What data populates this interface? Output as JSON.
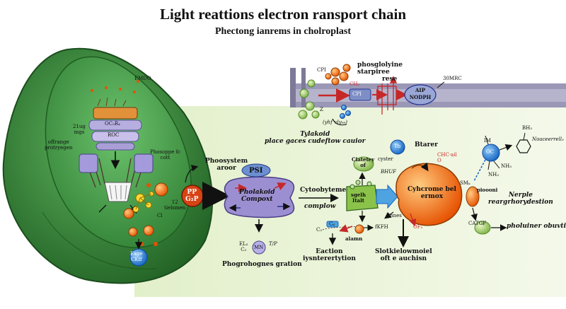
{
  "title": "Light reattions electron ransport chain",
  "subtitle": "Phectong ianrems in cholroplast",
  "chloroplast_labels": {
    "emdo": "EMDO",
    "mgs": "21ug\nmgs",
    "ocr": "OC₃R₄",
    "roc": "ROC",
    "offrange": "offrange\nprotryegen",
    "phosoppe": "Phosoppe fc\ncott",
    "tielsmen": "12\ntielsmen",
    "cl": "Cl",
    "exge": "Exge\nCKff"
  },
  "membrane_labels": {
    "cpa": "CPI",
    "cpb": "CPI",
    "cl2": "CH₂",
    "pgly": "phosglolyine\nstarpiree",
    "rese": "rese",
    "atp_line1": "AIP",
    "atp_line2": "NODPH",
    "mrc": "30MRC",
    "z": "Z",
    "ygg": "(yhf’vly₉₉)",
    "tylakoid": "Tylakoid\nplace gaces cudeftow cauior"
  },
  "center_labels": {
    "phosystem": "Phoosystem\naroor",
    "psi": "PSI",
    "complex": "Pholakoid\nCompoxt",
    "pp": "PP\nG₂P",
    "cytoby": "Cytoobyteme",
    "complow": "complow",
    "eb": "EL₂\nC₂",
    "mn": "MN",
    "tp": "T/P",
    "phog": "Phogrohognes gration",
    "cefor": "C₆",
    "ce": "C₂",
    "alamn": "alamn",
    "fkfh": "fKFH",
    "eaction": "Eaction\niysnterertytion",
    "gelh": "sgelh\nItalt",
    "clat": "Clatetey\nof",
    "cyster": "cyster",
    "bhuf": "BHUF",
    "bnnes": "Bnnes",
    "of2": "OF₂",
    "slotk": "Slotkielowmoiel\noft e auchisn",
    "tb": "Tb",
    "btarer": "Btarer",
    "chc": "CHC·ail\nO",
    "cycrome": "Cyhcrome bel\nermox"
  },
  "right_labels": {
    "bh3": "BH₃",
    "im": "IM",
    "noac": "Noaceerrell₃",
    "oc": "OC",
    "nh3a": "NH₃",
    "nh3b": "NH₃",
    "sm": "SMₖ",
    "piocoui": "pioooni",
    "nerple": "Nerple\nreargrhorydestion",
    "catgf": "CATGF",
    "pholuiner": "pholuiner obuvtied"
  },
  "colors": {
    "chloroplast_outer": "#2e7d32",
    "chloroplast_inner": "#4caf50",
    "membrane": "#8d8aa6",
    "stroma_bg": "#eef5dc",
    "psi": "#9c8fd1",
    "orange": "#f57c00",
    "accent_red": "#c62828",
    "blue": "#1e88e5"
  }
}
